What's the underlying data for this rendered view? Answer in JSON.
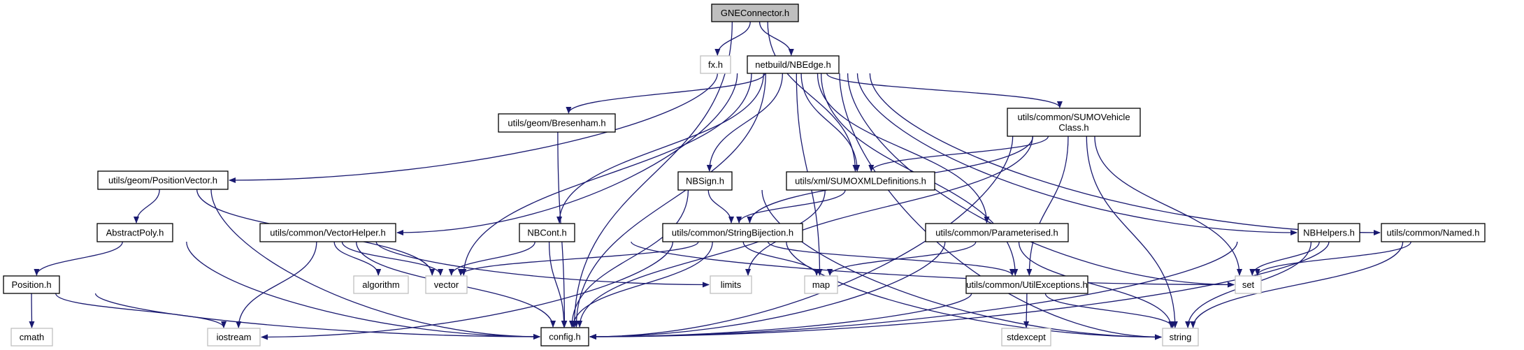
{
  "title": "GNEConnector.h include dependency graph",
  "colors": {
    "edge": "#191970",
    "root_fill": "#bfbfbf",
    "root_stroke": "#000000",
    "node_fill": "#ffffff",
    "node_stroke": "#000000",
    "external_stroke": "#bfbfbf"
  },
  "nodes": [
    {
      "id": "GNEConnector",
      "lines": [
        "GNEConnector.h"
      ],
      "kind": "root"
    },
    {
      "id": "fx",
      "lines": [
        "fx.h"
      ],
      "kind": "external"
    },
    {
      "id": "NBEdge",
      "lines": [
        "netbuild/NBEdge.h"
      ],
      "kind": "internal"
    },
    {
      "id": "Bresenham",
      "lines": [
        "utils/geom/Bresenham.h"
      ],
      "kind": "internal"
    },
    {
      "id": "SUMOVehicleClass",
      "lines": [
        "utils/common/SUMOVehicle",
        "Class.h"
      ],
      "kind": "internal"
    },
    {
      "id": "PositionVector",
      "lines": [
        "utils/geom/PositionVector.h"
      ],
      "kind": "internal"
    },
    {
      "id": "NBSign",
      "lines": [
        "NBSign.h"
      ],
      "kind": "internal"
    },
    {
      "id": "SUMOXMLDefinitions",
      "lines": [
        "utils/xml/SUMOXMLDefinitions.h"
      ],
      "kind": "internal"
    },
    {
      "id": "AbstractPoly",
      "lines": [
        "AbstractPoly.h"
      ],
      "kind": "internal"
    },
    {
      "id": "VectorHelper",
      "lines": [
        "utils/common/VectorHelper.h"
      ],
      "kind": "internal"
    },
    {
      "id": "NBCont",
      "lines": [
        "NBCont.h"
      ],
      "kind": "internal"
    },
    {
      "id": "StringBijection",
      "lines": [
        "utils/common/StringBijection.h"
      ],
      "kind": "internal"
    },
    {
      "id": "Parameterised",
      "lines": [
        "utils/common/Parameterised.h"
      ],
      "kind": "internal"
    },
    {
      "id": "NBHelpers",
      "lines": [
        "NBHelpers.h"
      ],
      "kind": "internal"
    },
    {
      "id": "Named",
      "lines": [
        "utils/common/Named.h"
      ],
      "kind": "internal"
    },
    {
      "id": "Position",
      "lines": [
        "Position.h"
      ],
      "kind": "internal"
    },
    {
      "id": "algorithm",
      "lines": [
        "algorithm"
      ],
      "kind": "external"
    },
    {
      "id": "vector",
      "lines": [
        "vector"
      ],
      "kind": "external"
    },
    {
      "id": "limits",
      "lines": [
        "limits"
      ],
      "kind": "external"
    },
    {
      "id": "map",
      "lines": [
        "map"
      ],
      "kind": "external"
    },
    {
      "id": "UtilExceptions",
      "lines": [
        "utils/common/UtilExceptions.h"
      ],
      "kind": "internal"
    },
    {
      "id": "set",
      "lines": [
        "set"
      ],
      "kind": "external"
    },
    {
      "id": "cmath",
      "lines": [
        "cmath"
      ],
      "kind": "external"
    },
    {
      "id": "iostream",
      "lines": [
        "iostream"
      ],
      "kind": "external"
    },
    {
      "id": "config",
      "lines": [
        "config.h"
      ],
      "kind": "internal"
    },
    {
      "id": "stdexcept",
      "lines": [
        "stdexcept"
      ],
      "kind": "external"
    },
    {
      "id": "string",
      "lines": [
        "string"
      ],
      "kind": "external"
    }
  ],
  "edges": [
    [
      "GNEConnector",
      "fx"
    ],
    [
      "GNEConnector",
      "NBEdge"
    ],
    [
      "GNEConnector",
      "SUMOXMLDefinitions"
    ],
    [
      "GNEConnector",
      "config"
    ],
    [
      "NBEdge",
      "Bresenham"
    ],
    [
      "NBEdge",
      "SUMOVehicleClass"
    ],
    [
      "NBEdge",
      "PositionVector"
    ],
    [
      "NBEdge",
      "NBSign"
    ],
    [
      "NBEdge",
      "SUMOXMLDefinitions"
    ],
    [
      "NBEdge",
      "VectorHelper"
    ],
    [
      "NBEdge",
      "NBCont"
    ],
    [
      "NBEdge",
      "Parameterised"
    ],
    [
      "NBEdge",
      "NBHelpers"
    ],
    [
      "NBEdge",
      "Named"
    ],
    [
      "NBEdge",
      "vector"
    ],
    [
      "NBEdge",
      "map"
    ],
    [
      "NBEdge",
      "UtilExceptions"
    ],
    [
      "NBEdge",
      "set"
    ],
    [
      "NBEdge",
      "config"
    ],
    [
      "NBEdge",
      "string"
    ],
    [
      "Bresenham",
      "config"
    ],
    [
      "SUMOVehicleClass",
      "SUMOXMLDefinitions"
    ],
    [
      "SUMOVehicleClass",
      "StringBijection"
    ],
    [
      "SUMOVehicleClass",
      "limits"
    ],
    [
      "SUMOVehicleClass",
      "UtilExceptions"
    ],
    [
      "SUMOVehicleClass",
      "set"
    ],
    [
      "SUMOVehicleClass",
      "config"
    ],
    [
      "SUMOVehicleClass",
      "string"
    ],
    [
      "PositionVector",
      "AbstractPoly"
    ],
    [
      "PositionVector",
      "vector"
    ],
    [
      "PositionVector",
      "config"
    ],
    [
      "NBSign",
      "StringBijection"
    ],
    [
      "NBSign",
      "config"
    ],
    [
      "NBSign",
      "string"
    ],
    [
      "SUMOXMLDefinitions",
      "StringBijection"
    ],
    [
      "SUMOXMLDefinitions",
      "config"
    ],
    [
      "AbstractPoly",
      "Position"
    ],
    [
      "AbstractPoly",
      "config"
    ],
    [
      "VectorHelper",
      "algorithm"
    ],
    [
      "VectorHelper",
      "vector"
    ],
    [
      "VectorHelper",
      "limits"
    ],
    [
      "VectorHelper",
      "iostream"
    ],
    [
      "VectorHelper",
      "config"
    ],
    [
      "NBCont",
      "vector"
    ],
    [
      "NBCont",
      "set"
    ],
    [
      "NBCont",
      "config"
    ],
    [
      "StringBijection",
      "vector"
    ],
    [
      "StringBijection",
      "map"
    ],
    [
      "StringBijection",
      "UtilExceptions"
    ],
    [
      "StringBijection",
      "iostream"
    ],
    [
      "StringBijection",
      "config"
    ],
    [
      "StringBijection",
      "string"
    ],
    [
      "Parameterised",
      "map"
    ],
    [
      "Parameterised",
      "config"
    ],
    [
      "Parameterised",
      "string"
    ],
    [
      "NBHelpers",
      "set"
    ],
    [
      "NBHelpers",
      "config"
    ],
    [
      "NBHelpers",
      "string"
    ],
    [
      "Named",
      "set"
    ],
    [
      "Named",
      "config"
    ],
    [
      "Named",
      "string"
    ],
    [
      "Position",
      "cmath"
    ],
    [
      "Position",
      "iostream"
    ],
    [
      "Position",
      "config"
    ],
    [
      "UtilExceptions",
      "stdexcept"
    ],
    [
      "UtilExceptions",
      "config"
    ],
    [
      "UtilExceptions",
      "string"
    ]
  ]
}
